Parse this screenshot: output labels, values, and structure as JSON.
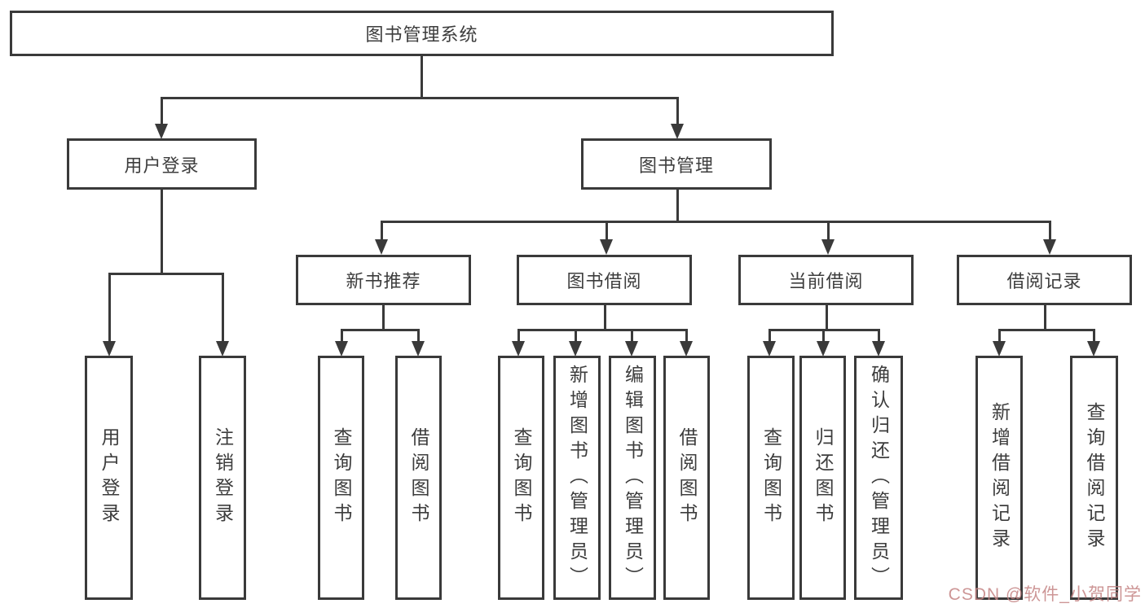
{
  "colors": {
    "line": "#3a3a3a",
    "box_border": "#3a3a3a",
    "text": "#3d3d3d",
    "background": "#ffffff",
    "watermark": "#c48484"
  },
  "nodes": {
    "root": {
      "label": "图书管理系统"
    },
    "user_login": {
      "label": "用户登录"
    },
    "book_mgmt": {
      "label": "图书管理"
    },
    "new_book_rec": {
      "label": "新书推荐"
    },
    "book_borrow": {
      "label": "图书借阅"
    },
    "current_borrow": {
      "label": "当前借阅"
    },
    "borrow_record": {
      "label": "借阅记录"
    }
  },
  "leaves": [
    {
      "label": "用户登录"
    },
    {
      "label": "注销登录"
    },
    {
      "label": "查询图书"
    },
    {
      "label": "借阅图书"
    },
    {
      "label": "查询图书"
    },
    {
      "label": "新增图书（管理员）"
    },
    {
      "label": "编辑图书（管理员）"
    },
    {
      "label": "借阅图书"
    },
    {
      "label": "查询图书"
    },
    {
      "label": "归还图书"
    },
    {
      "label": "确认归还（管理员）"
    },
    {
      "label": "新增借阅记录"
    },
    {
      "label": "查询借阅记录"
    }
  ],
  "watermark": {
    "text": "CSDN @软件_小贺同学"
  }
}
